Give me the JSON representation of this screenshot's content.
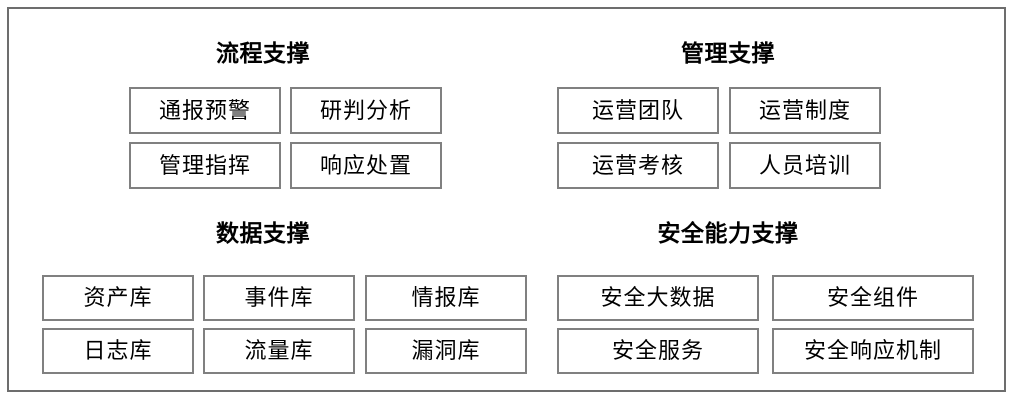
{
  "diagram": {
    "frame_color": "#6d6d6d",
    "node_border_color": "#808080",
    "background": "#ffffff",
    "sections": {
      "process": {
        "title": "流程支撑",
        "nodes": [
          {
            "label": "通报预警"
          },
          {
            "label": "研判分析"
          },
          {
            "label": "管理指挥"
          },
          {
            "label": "响应处置"
          }
        ]
      },
      "manage": {
        "title": "管理支撑",
        "nodes": [
          {
            "label": "运营团队"
          },
          {
            "label": "运营制度"
          },
          {
            "label": "运营考核"
          },
          {
            "label": "人员培训"
          }
        ]
      },
      "data": {
        "title": "数据支撑",
        "nodes": [
          {
            "label": "资产库"
          },
          {
            "label": "事件库"
          },
          {
            "label": "情报库"
          },
          {
            "label": "日志库"
          },
          {
            "label": "流量库"
          },
          {
            "label": "漏洞库"
          }
        ]
      },
      "security": {
        "title": "安全能力支撑",
        "nodes": [
          {
            "label": "安全大数据"
          },
          {
            "label": "安全组件"
          },
          {
            "label": "安全服务"
          },
          {
            "label": "安全响应机制"
          }
        ]
      }
    }
  }
}
